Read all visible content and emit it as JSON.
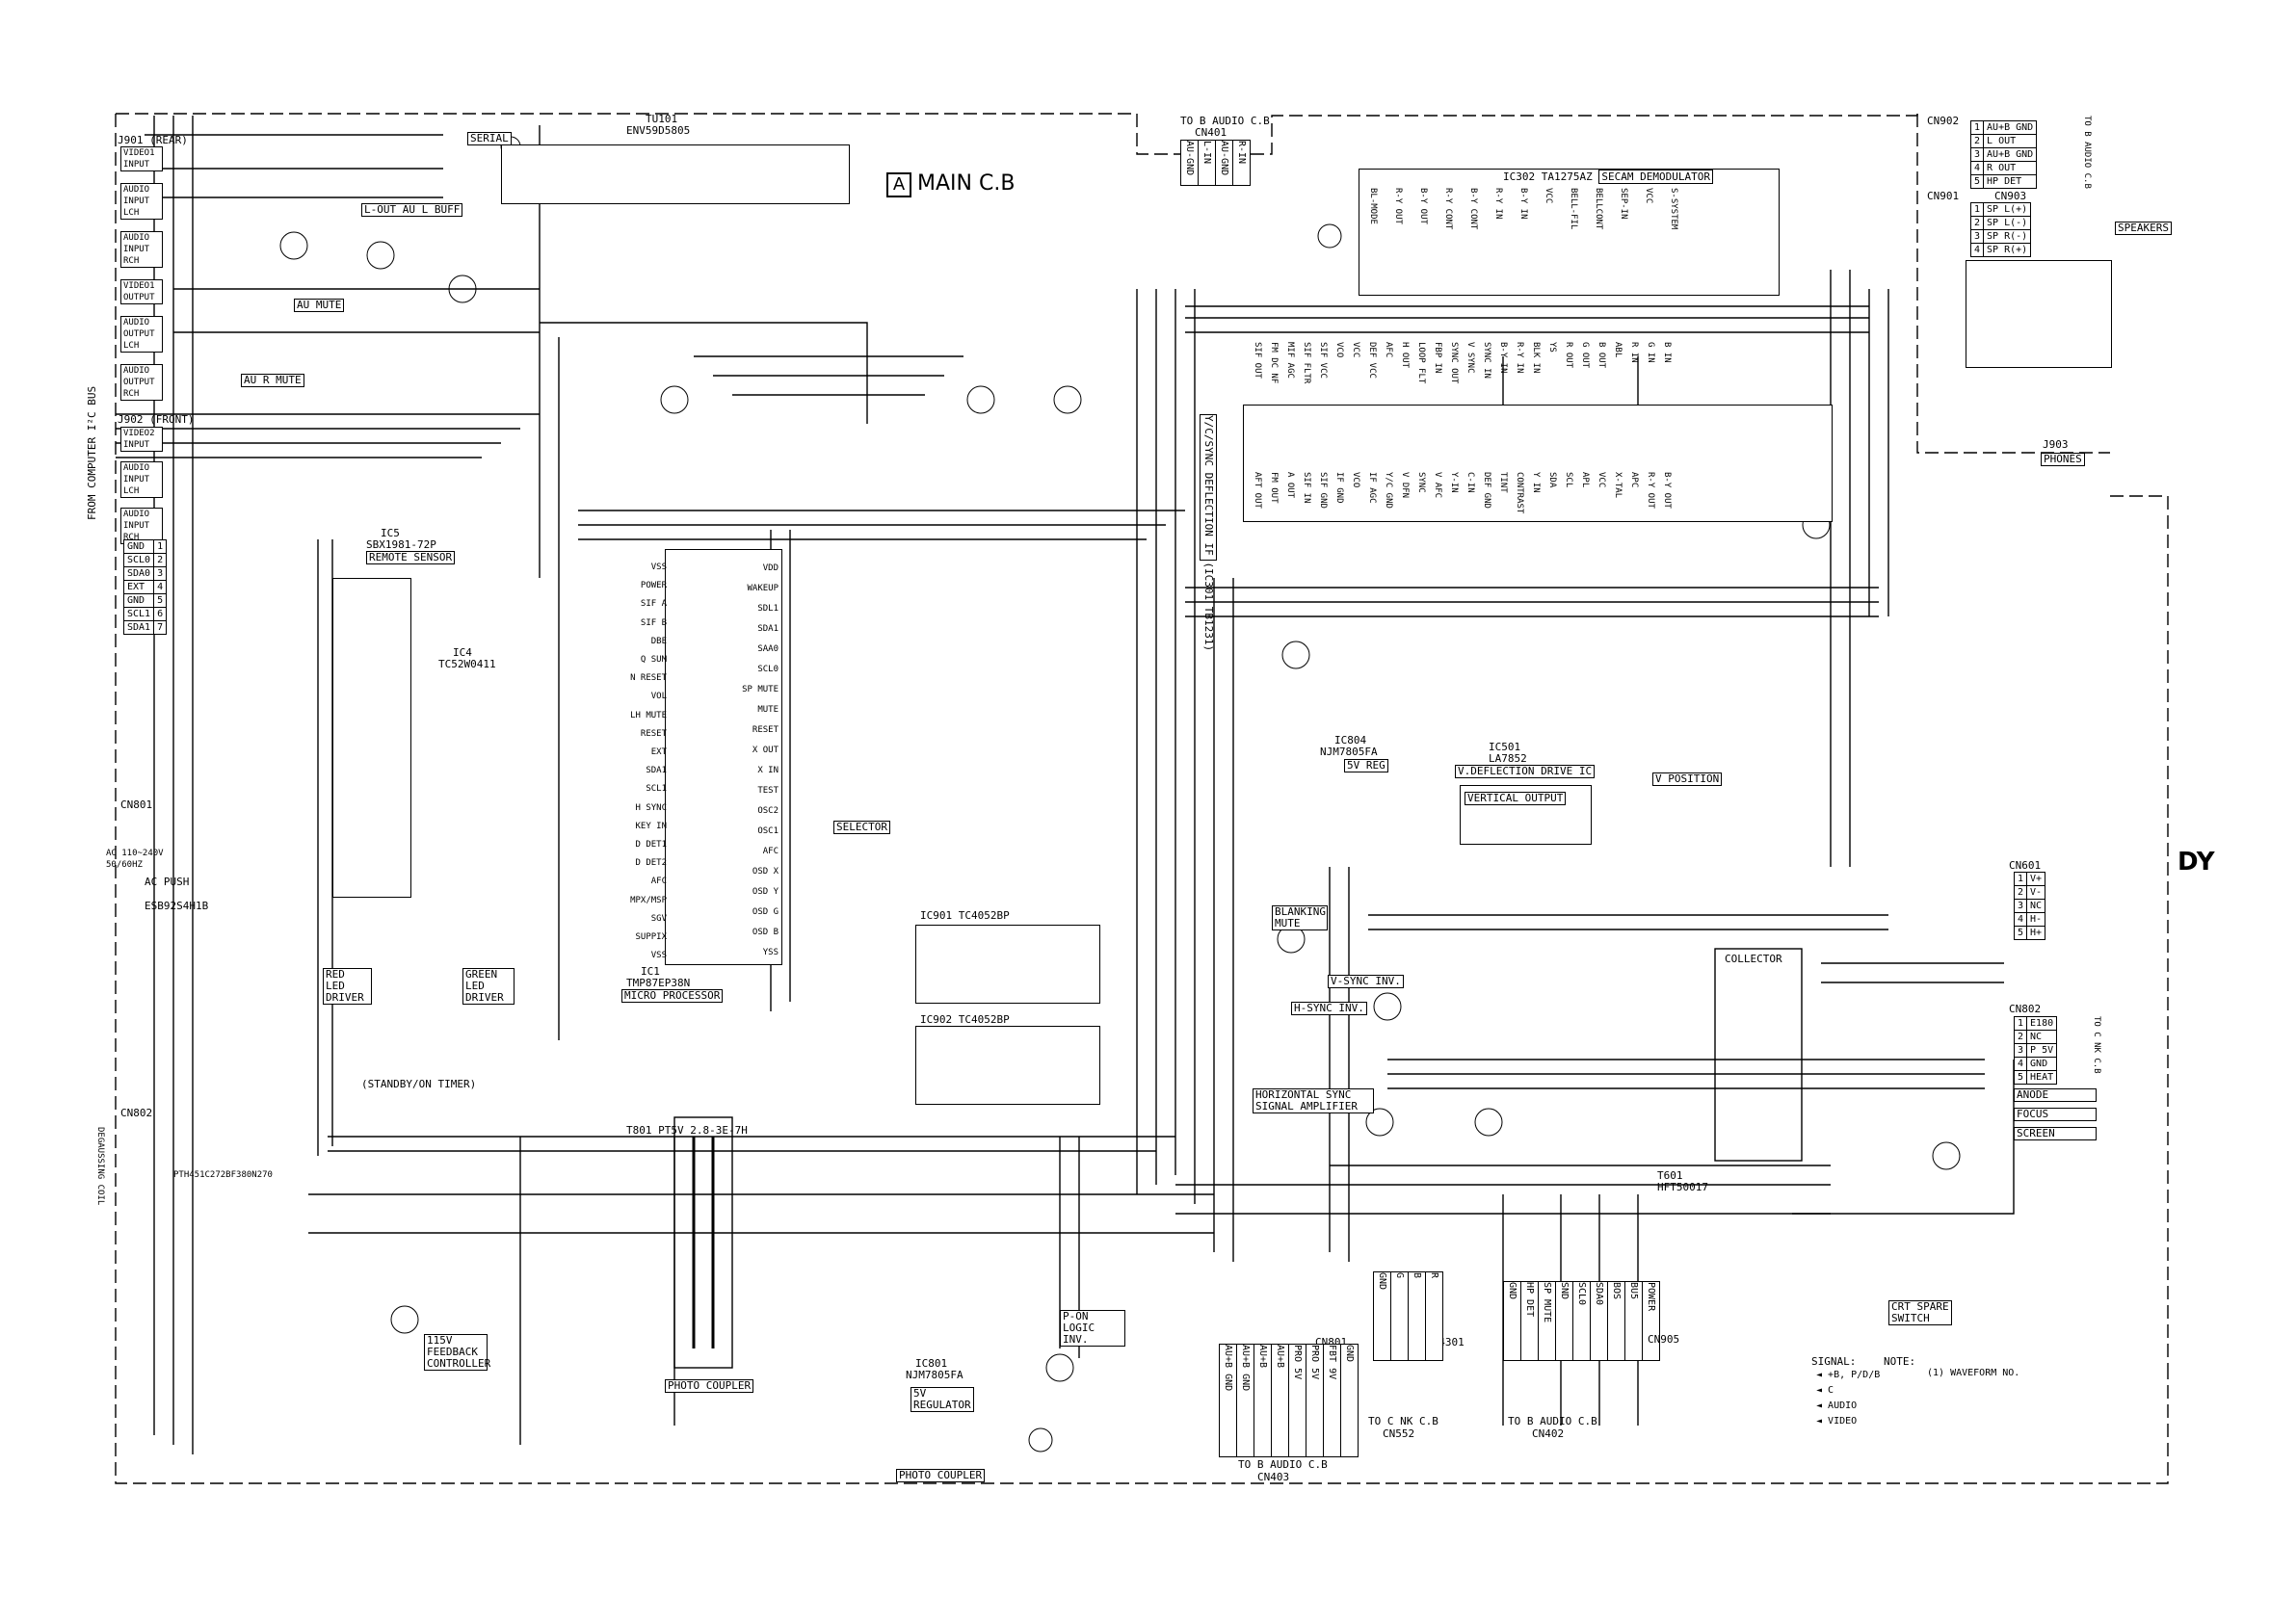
{
  "board": {
    "letter": "A",
    "title": "MAIN C.B"
  },
  "dy_label": "DY",
  "sections": {
    "to_audio_top": "TO B AUDIO C.B",
    "cn401": "CN401",
    "cn901": "CN901",
    "cn902": "CN902",
    "cn903": "CN903",
    "cn905": "CN905",
    "cn801": "CN801",
    "cn802": "CN802",
    "cn601": "CN601",
    "cn403": "CN403",
    "cn402": "CN402",
    "cn552": "CN552",
    "to_audio_bottom1": "TO B AUDIO C.B",
    "to_audio_bottom2": "TO B AUDIO C.B",
    "to_nk": "TO C NK C.B",
    "to_nk_right": "TO C NK C.B",
    "to_audio_right": "TO B AUDIO C.B"
  },
  "ics": {
    "tu101": {
      "ref": "TU101",
      "part": "ENV59D5805",
      "label": "SERIAL"
    },
    "ic302": {
      "ref": "IC302",
      "part": "TA1275AZ",
      "label": "SECAM DEMODULATOR"
    },
    "ic301": {
      "ref": "IC301",
      "part": "TB1231",
      "label": "Y/C/SYNC DEFLECTION IF"
    },
    "ic1": {
      "ref": "IC1",
      "part": "TMP87EP38N",
      "label": "MICRO PROCESSOR"
    },
    "ic4": {
      "ref": "IC4",
      "part": "TC52W0411"
    },
    "ic5": {
      "ref": "IC5",
      "part": "SBX1981-72P",
      "label": "REMOTE SENSOR"
    },
    "ic501": {
      "ref": "IC501",
      "part": "LA7852",
      "label": "V.DEFLECTION DRIVE IC"
    },
    "ic804": {
      "ref": "IC804",
      "part": "NJM7805FA",
      "label": "5V REG"
    },
    "ic901": {
      "ref": "IC901",
      "part": "TC4052BP"
    },
    "ic902": {
      "ref": "IC902",
      "part": "TC4052BP"
    },
    "ic801": {
      "ref": "IC801",
      "part": "NJM7805FA",
      "label": "5V REGULATOR"
    },
    "t601": {
      "ref": "T601",
      "part": "HFT50017"
    },
    "t801": {
      "ref": "T801",
      "part": "PT5V 2.8-3E-7H"
    }
  },
  "jacks": {
    "j901": "J901 (REAR)",
    "j902": "J902 (FRONT)",
    "j903": "J903",
    "rear_items": [
      "VIDEO1 INPUT",
      "AUDIO INPUT LCH",
      "AUDIO INPUT RCH",
      "VIDEO1 OUTPUT",
      "AUDIO OUTPUT LCH",
      "AUDIO OUTPUT RCH"
    ],
    "front_items": [
      "VIDEO2 INPUT",
      "AUDIO INPUT LCH",
      "AUDIO INPUT RCH"
    ],
    "i2c_bus": "FROM COMPUTER I²C BUS",
    "i2c_pins": [
      "GND",
      "SCL0",
      "SDA0",
      "EXT",
      "GND",
      "SCL1",
      "SDA1"
    ],
    "phones": "PHONES",
    "speakers": "SPEAKERS"
  },
  "connectors": {
    "cn902_rows": [
      "AU+B GND",
      "L OUT",
      "AU+B GND",
      "R OUT",
      "HP DET"
    ],
    "cn901_rows": [
      "SP L(+)",
      "SP L(-)",
      "SP R(-)",
      "SP R(+)"
    ],
    "cn601_rows": [
      "V+",
      "V-",
      "NC",
      "H-",
      "H+"
    ],
    "cn802_rows": [
      "E180",
      "NC",
      "P 5V",
      "GND",
      "HEAT"
    ],
    "hv_rows": [
      "ANODE",
      "FOCUS",
      "SCREEN"
    ],
    "cn403_rows": [
      "AU+B GND",
      "AU+B GND",
      "AU+B",
      "AU+B",
      "PRO 5V",
      "PRO 5V",
      "FBT 9V",
      "GND"
    ],
    "cn552_rows": [
      "GND",
      "G",
      "B",
      "R"
    ],
    "cn402_rows": [
      "GND",
      "HP DET",
      "SP MUTE",
      "SND",
      "SCL0",
      "SDA0",
      "BOS",
      "BU5",
      "POWER"
    ],
    "cn401_rows": [
      "AU-GND",
      "L-IN",
      "AU-GND",
      "R-IN"
    ]
  },
  "blocks": {
    "au_mute": "AU MUTE",
    "au_r_mute": "AU R MUTE",
    "l_out": "L-OUT AU L BUFF",
    "selector": "SELECTOR",
    "horizontal_sync": "HORIZONTAL SYNC SIGNAL AMPLIFIER",
    "blanking": "BLANKING MUTE",
    "v_sync": "V-SYNC INV.",
    "h_sync": "H-SYNC INV.",
    "vertical_output": "VERTICAL OUTPUT",
    "v_position": "V POSITION",
    "collector": "COLLECTOR",
    "p_on_logic": "P-ON LOGIC INV.",
    "feedback": "115V FEEDBACK CONTROLLER",
    "photo_coupler": "PHOTO COUPLER",
    "photo_coupler2": "PHOTO COUPLER",
    "red_led": "RED LED DRIVER",
    "green_led": "GREEN LED DRIVER",
    "standby": "(STANDBY/ON TIMER)",
    "crt_spare": "CRT SPARE SWITCH",
    "degauss": "DEGAUSSING COIL",
    "power_in": "AC 110~240V 50/60HZ",
    "ac_push": "AC PUSH",
    "esb": "ESB92S4H1B",
    "thp801": "PTH451C272BF380N270"
  },
  "notes": {
    "note_title": "NOTE:",
    "signal_title": "SIGNAL:",
    "legend": [
      "+B, P/D/B",
      "(1) WAVEFORM NO.",
      "C",
      "AUDIO",
      "VIDEO"
    ]
  },
  "ic1_pins_left": [
    "VSS",
    "POWER",
    "SIF A",
    "SIF B",
    "DBE",
    "Q SUM",
    "N RESET",
    "VOL",
    "LH MUTE",
    "RESET",
    "EXT",
    "SDA1",
    "SCL1",
    "H SYNC",
    "KEY IN",
    "D DET1",
    "D DET2",
    "AFC",
    "MPX/MSP",
    "SGV",
    "SUPPIX",
    "VSS"
  ],
  "ic1_pins_right": [
    "VDD",
    "WAKEUP",
    "SDL1",
    "SDA1",
    "SAA0",
    "SCL0",
    "SP MUTE",
    "MUTE",
    "RESET",
    "X OUT",
    "X IN",
    "TEST",
    "OSC2",
    "OSC1",
    "AFC",
    "OSD X",
    "OSD Y",
    "OSD G",
    "OSD B",
    "YSS"
  ],
  "ic302_pins": [
    "BL-MODE",
    "R-Y OUT",
    "B-Y OUT",
    "R-Y CONT",
    "B-Y CONT",
    "R-Y IN",
    "B-Y IN",
    "VCC",
    "BELL-FIL",
    "BELLCONT",
    "SEP-IN",
    "VCC",
    "S-SYSTEM"
  ],
  "ic301_pins_top": [
    "SIF OUT",
    "FM DC NF",
    "MIF AGC",
    "SIF FLTR",
    "SIF VCC",
    "VCO",
    "VCC",
    "DEF VCC",
    "AFC",
    "H OUT",
    "LOOP FLT",
    "FBP IN",
    "SYNC OUT",
    "V SYNC",
    "SYNC IN",
    "B-Y IN",
    "R-Y IN",
    "BLK IN",
    "YS",
    "R OUT",
    "G OUT",
    "B OUT",
    "ABL",
    "R IN",
    "G IN",
    "B IN"
  ],
  "ic301_pins_bottom": [
    "AFT OUT",
    "FM OUT",
    "A OUT",
    "SIF IN",
    "SIF GND",
    "IF GND",
    "VCO",
    "IF AGC",
    "Y/C GND",
    "V DFN",
    "SYNC",
    "V AFC",
    "Y-IN",
    "C-IN",
    "DEF GND",
    "TINT",
    "CONTRAST",
    "Y IN",
    "SDA",
    "SCL",
    "APL",
    "VCC",
    "X-TAL",
    "APC",
    "R-Y OUT",
    "B-Y OUT"
  ]
}
